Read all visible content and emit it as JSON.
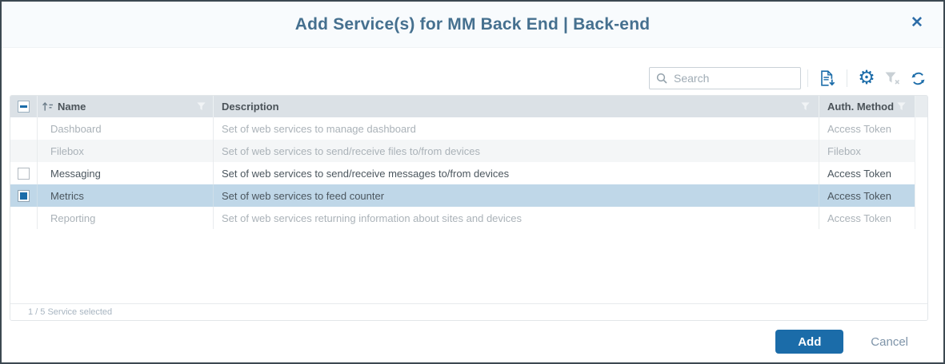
{
  "dialog": {
    "title": "Add Service(s) for MM Back End | Back-end",
    "close_glyph": "✕"
  },
  "toolbar": {
    "search_placeholder": "Search",
    "icons": [
      "search",
      "export-list",
      "settings-gear",
      "clear-filter",
      "refresh"
    ]
  },
  "table": {
    "select_all_state": "indeterminate",
    "columns": [
      {
        "label": "Name",
        "sorted": "ascending",
        "has_filter": true
      },
      {
        "label": "Description",
        "has_filter": true
      },
      {
        "label": "Auth. Method",
        "has_filter": true
      }
    ],
    "rows": [
      {
        "name": "Dashboard",
        "description": "Set of web services to manage dashboard",
        "auth_method": "Access Token",
        "state": "disabled",
        "checked": false
      },
      {
        "name": "Filebox",
        "description": "Set of web services to send/receive files to/from devices",
        "auth_method": "Filebox",
        "state": "disabled",
        "checked": false
      },
      {
        "name": "Messaging",
        "description": "Set of web services to send/receive messages to/from devices",
        "auth_method": "Access Token",
        "state": "enabled",
        "checked": false
      },
      {
        "name": "Metrics",
        "description": "Set of web services to feed counter",
        "auth_method": "Access Token",
        "state": "selected",
        "checked": true
      },
      {
        "name": "Reporting",
        "description": "Set of web services returning information about sites and devices",
        "auth_method": "Access Token",
        "state": "disabled",
        "checked": false
      }
    ],
    "status": "1 / 5 Service selected"
  },
  "footer": {
    "add_label": "Add",
    "cancel_label": "Cancel"
  },
  "colors": {
    "accent_blue": "#1b6ca9",
    "title_text": "#45708f",
    "selected_row": "#bfd7e8",
    "grid_header_bg": "#dbe1e6",
    "dialog_border": "#3c4851"
  }
}
